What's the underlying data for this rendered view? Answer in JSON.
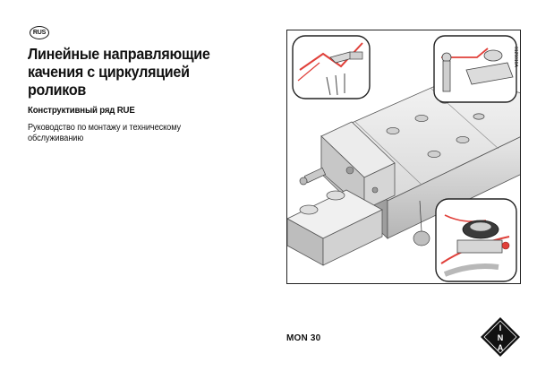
{
  "header": {
    "language_badge": "RUS"
  },
  "title": "Линейные направляющие\nкачения с циркуляцией\nроликов",
  "series": "Конструктивный ряд RUE",
  "subtitle": "Руководство по монтажу и техническому\nобслуживанию",
  "illustration": {
    "image_code": "0125010A"
  },
  "footer": {
    "doc_code": "MON 30",
    "logo_letters": [
      "I",
      "N",
      "A"
    ]
  },
  "colors": {
    "accent_red": "#e0403a",
    "text": "#111111",
    "metal_light": "#e6e6e6",
    "metal_mid": "#bdbdbd",
    "metal_dark": "#8a8a8a"
  }
}
